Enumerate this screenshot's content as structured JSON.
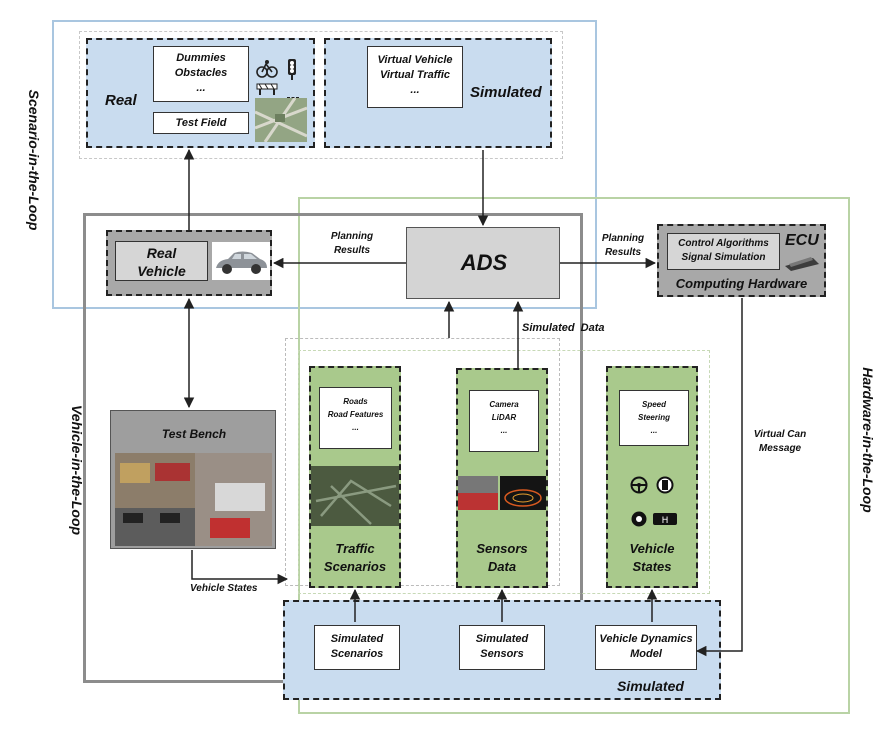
{
  "labels": {
    "scenario_loop": "Scenario-in-the-Loop",
    "vehicle_loop": "Vehicle-in-the-Loop",
    "hardware_loop": "Hardware-in-the-Loop",
    "real": "Real",
    "simulated_top": "Simulated",
    "simulated_bottom": "Simulated",
    "ads": "ADS",
    "real_vehicle_line1": "Real",
    "real_vehicle_line2": "Vehicle",
    "ecu": "ECU",
    "computing_hardware": "Computing Hardware",
    "test_bench": "Test Bench",
    "planning_results_left_1": "Planning",
    "planning_results_left_2": "Results",
    "planning_results_right_1": "Planning",
    "planning_results_right_2": "Results",
    "simulated_data": "Simulated  Data",
    "virtual_can_1": "Virtual Can",
    "virtual_can_2": "Message",
    "vehicle_states_arrow": "Vehicle States"
  },
  "boxes": {
    "real_list": [
      "Dummies",
      "Obstacles",
      "..."
    ],
    "test_field": "Test Field",
    "virtual_list": [
      "Virtual Vehicle",
      "Virtual Traffic",
      "..."
    ],
    "control_list": [
      "Control Algorithms",
      "Signal Simulation"
    ],
    "roads_list": [
      "Roads",
      "Road Features",
      "..."
    ],
    "camera_list": [
      "Camera",
      "LiDAR",
      "..."
    ],
    "speed_list": [
      "Speed",
      "Steering",
      "..."
    ],
    "traffic_scenarios": [
      "Traffic",
      "Scenarios"
    ],
    "sensors_data": [
      "Sensors",
      "Data"
    ],
    "vehicle_states": [
      "Vehicle",
      "States"
    ],
    "sim_scenarios": [
      "Simulated",
      "Scenarios"
    ],
    "sim_sensors": [
      "Simulated",
      "Sensors"
    ],
    "vehicle_dynamics": [
      "Vehicle Dynamics",
      "Model"
    ]
  },
  "colors": {
    "blue_fill": "#c9dcef",
    "green_fill": "#a9c98c",
    "gray_fill": "#a8a8a8",
    "scenario_border": "#a9c6e0",
    "hardware_border": "#b9d3a5",
    "vehicle_border": "#8c8c8c"
  },
  "icons": [
    "dummy-figure-icon",
    "traffic-light-icon",
    "obstacle-icon",
    "steering-wheel-icon",
    "engine-icon"
  ]
}
